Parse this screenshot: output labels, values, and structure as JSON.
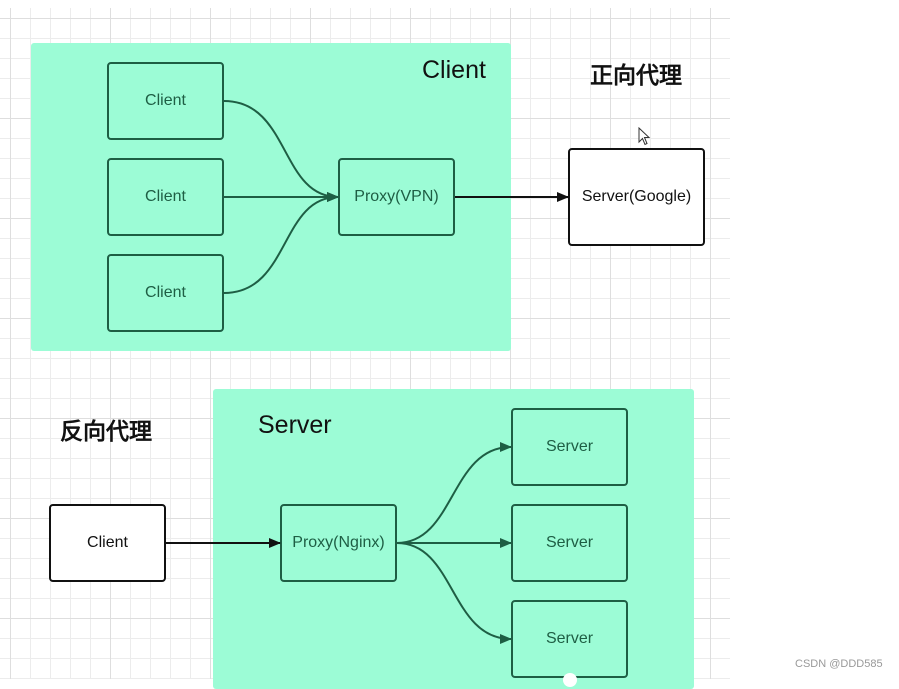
{
  "forward_proxy": {
    "heading": "正向代理",
    "zone_label": "Client",
    "clients": [
      "Client",
      "Client",
      "Client"
    ],
    "proxy": "Proxy(VPN)",
    "server": "Server(Google)"
  },
  "reverse_proxy": {
    "heading": "反向代理",
    "zone_label": "Server",
    "client": "Client",
    "proxy": "Proxy(Nginx)",
    "servers": [
      "Server",
      "Server",
      "Server"
    ]
  },
  "colors": {
    "zone_fill": "#9cfcd6",
    "node_border": "#1e5e44",
    "connector": "#1e5e44"
  },
  "watermark": "CSDN @DDD585"
}
